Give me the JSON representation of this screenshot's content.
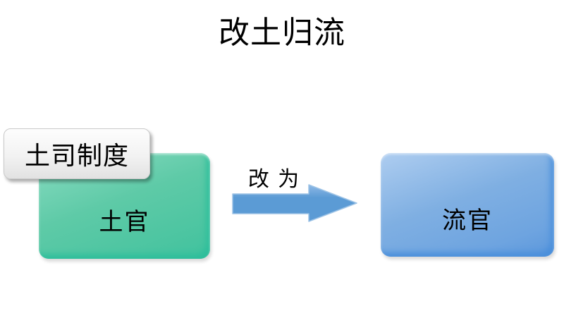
{
  "title": "改土归流",
  "diagram": {
    "old_system_label": "土司制度",
    "left_box_label": "土官",
    "arrow_label": "改 为",
    "right_box_label": "流官"
  },
  "colors": {
    "background": "#FFFFFF",
    "text_color": "#000000",
    "left_box_fill": "#5ECAA7",
    "left_box_edge": "#2DBE9B",
    "right_box_fill": "#7FAFE2",
    "right_box_edge": "#4A8FDB",
    "arrow_fill": "#5B9BD5",
    "arrow_highlight": "#8FB9E6",
    "arrow_outline": "#9DC3E6",
    "label_box_fill": "#F2F2F2",
    "label_box_border": "#C9C9C9"
  }
}
